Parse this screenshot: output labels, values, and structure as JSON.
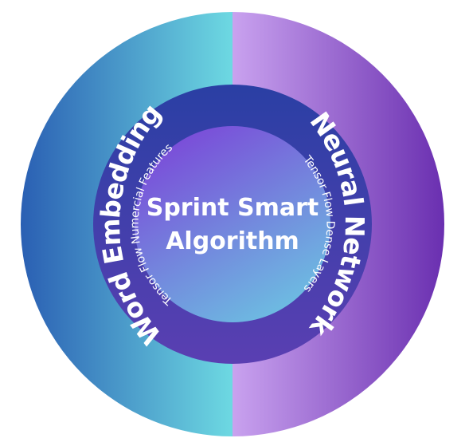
{
  "outer_ring": {
    "left_label": "Word Embedding",
    "right_label": "Neural Network"
  },
  "middle_ring": {
    "left_label": "Tensor Flow Numercial Features",
    "right_label": "Tensor Flow Dense Layers"
  },
  "center": {
    "line1": "Sprint Smart",
    "line2": "Algorithm"
  },
  "colors": {
    "left_outer_top": "#6dd9e2",
    "left_outer_bottom": "#2a5fb3",
    "right_outer_top": "#c9a2ef",
    "right_outer_bottom": "#6a2fb0",
    "middle_ring_top": "#2a3fa4",
    "middle_ring_bottom": "#5a3fb2",
    "center_top": "#7b46d8",
    "center_bottom": "#6cc3e2"
  }
}
